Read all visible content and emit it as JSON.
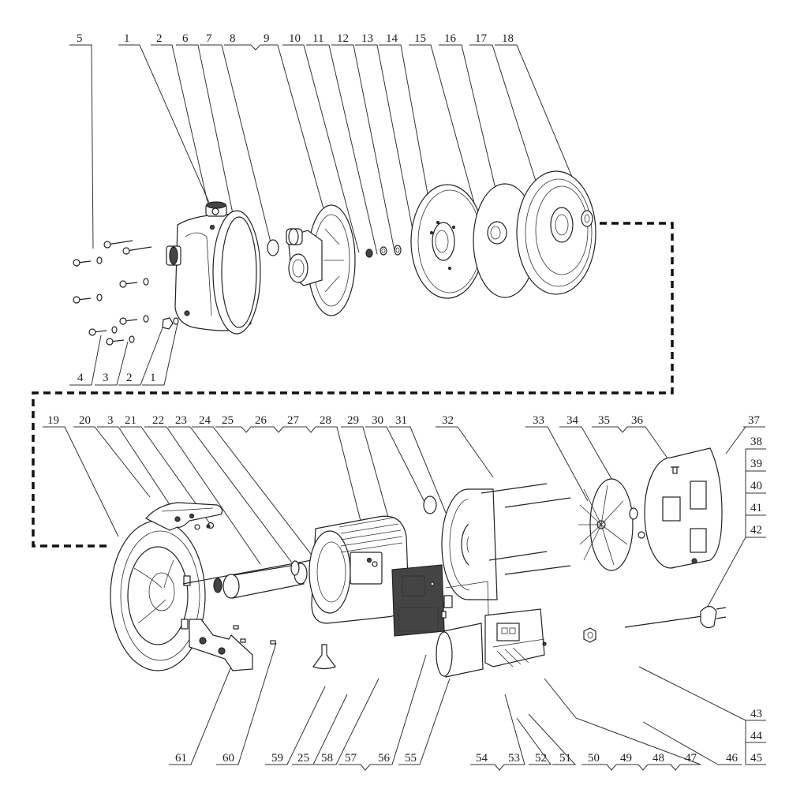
{
  "diagram": {
    "title": "Exploded view - surface pump assembly",
    "callouts_top": [
      "5",
      "1",
      "2",
      "6",
      "7",
      "8",
      "9",
      "10",
      "11",
      "12",
      "13",
      "14",
      "15",
      "16",
      "17",
      "18"
    ],
    "callouts_top_bottom_row": [
      "4",
      "3",
      "2",
      "1"
    ],
    "callouts_mid": [
      "19",
      "20",
      "3",
      "21",
      "22",
      "23",
      "24",
      "25",
      "26",
      "27",
      "28",
      "29",
      "30",
      "31",
      "32",
      "33",
      "34",
      "35",
      "36",
      "37"
    ],
    "callouts_right_column": [
      "38",
      "39",
      "40",
      "41",
      "42"
    ],
    "callouts_right_bottom": [
      "43",
      "44",
      "45"
    ],
    "callouts_bottom": [
      "61",
      "60",
      "59",
      "25",
      "58",
      "57",
      "56",
      "55",
      "54",
      "53",
      "52",
      "51",
      "50",
      "49",
      "48",
      "47",
      "46"
    ],
    "parts": {
      "pump_body": "pump-housing",
      "diffuser": "diffuser",
      "impeller": "impeller",
      "seal_plate": "mechanical-seal-plate",
      "motor_flange": "motor-flange",
      "rotor": "rotor-shaft",
      "stator": "motor-stator-housing",
      "rear_cover": "rear-end-cover",
      "fan": "cooling-fan",
      "fan_cover": "fan-cover",
      "handle": "carry-handle",
      "capacitor": "capacitor",
      "terminal_box": "terminal-box",
      "power_cord": "power-cord-plug",
      "base_foot": "base-foot-bracket"
    }
  }
}
